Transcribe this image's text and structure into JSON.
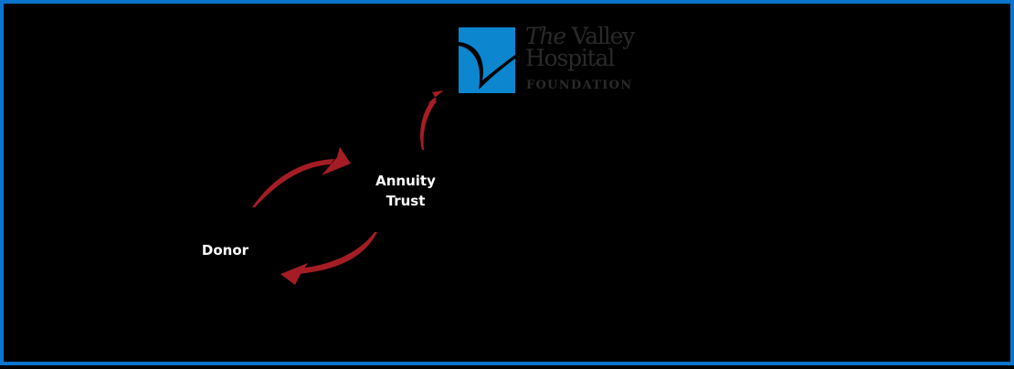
{
  "diagram": {
    "nodes": {
      "donor": {
        "label": "Donor"
      },
      "trust": {
        "line1": "Annuity",
        "line2": "Trust"
      }
    },
    "logo": {
      "line1_italic": "The",
      "line1_rest": " Valley",
      "line2": "Hospital",
      "line3": "FOUNDATION",
      "brand_color": "#0b86cf"
    },
    "edges": [
      {
        "from": "Donor",
        "to": "Annuity Trust",
        "color": "#a51d24"
      },
      {
        "from": "Annuity Trust",
        "to": "Donor",
        "color": "#a51d24"
      },
      {
        "from": "Annuity Trust",
        "to": "The Valley Hospital Foundation",
        "color": "#a51d24"
      }
    ],
    "colors": {
      "background": "#000000",
      "border": "#0b74cc",
      "arrow": "#a51d24",
      "text": "#ffffff"
    }
  }
}
